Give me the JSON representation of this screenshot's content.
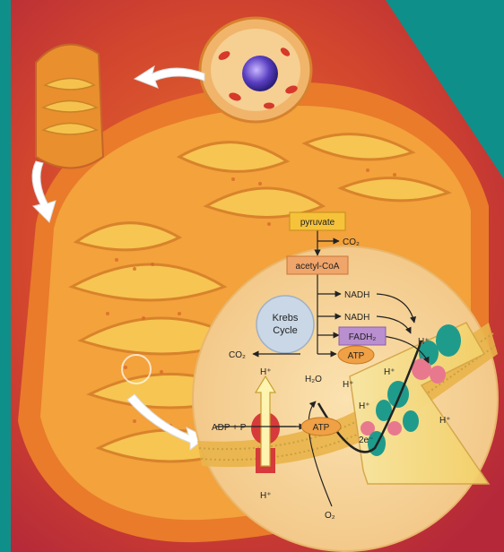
{
  "labels": {
    "pyruvate": "pyruvate",
    "co2_top": "CO₂",
    "acetyl_coa": "acetyl-CoA",
    "nadh_1": "NADH",
    "nadh_2": "NADH",
    "krebs_line1": "Krebs",
    "krebs_line2": "Cycle",
    "fadh2": "FADH₂",
    "co2_left": "CO₂",
    "atp_krebs": "ATP",
    "h_plus_top": "H⁺",
    "h_plus_channel_top": "H⁺",
    "h2o": "H₂O",
    "h_plus_mid": "H⁺",
    "adp_p": "ADP + P",
    "atp_synth": "ATP",
    "h_plus_right_1": "H⁺",
    "h_plus_right_2": "H⁺",
    "h_plus_right_3": "H⁺",
    "two_e": "2e⁻",
    "h_plus_bottom": "H⁺",
    "o2": "O₂"
  },
  "colors": {
    "frame_teal": "#0f8f8a",
    "mito_orange": "#e8902a",
    "cristae_yellow": "#f4c04a",
    "inset_cream": "#f7d9a0",
    "pyruvate_box": "#f5c23a",
    "acetyl_box": "#f0a56a",
    "fadh2_box": "#b98fd0",
    "atp_oval": "#f0a045",
    "krebs_circle": "#c9d7e6",
    "protein_teal": "#1f9b8c",
    "protein_pink": "#e8788e",
    "atp_synthase_red": "#d63a3a"
  }
}
